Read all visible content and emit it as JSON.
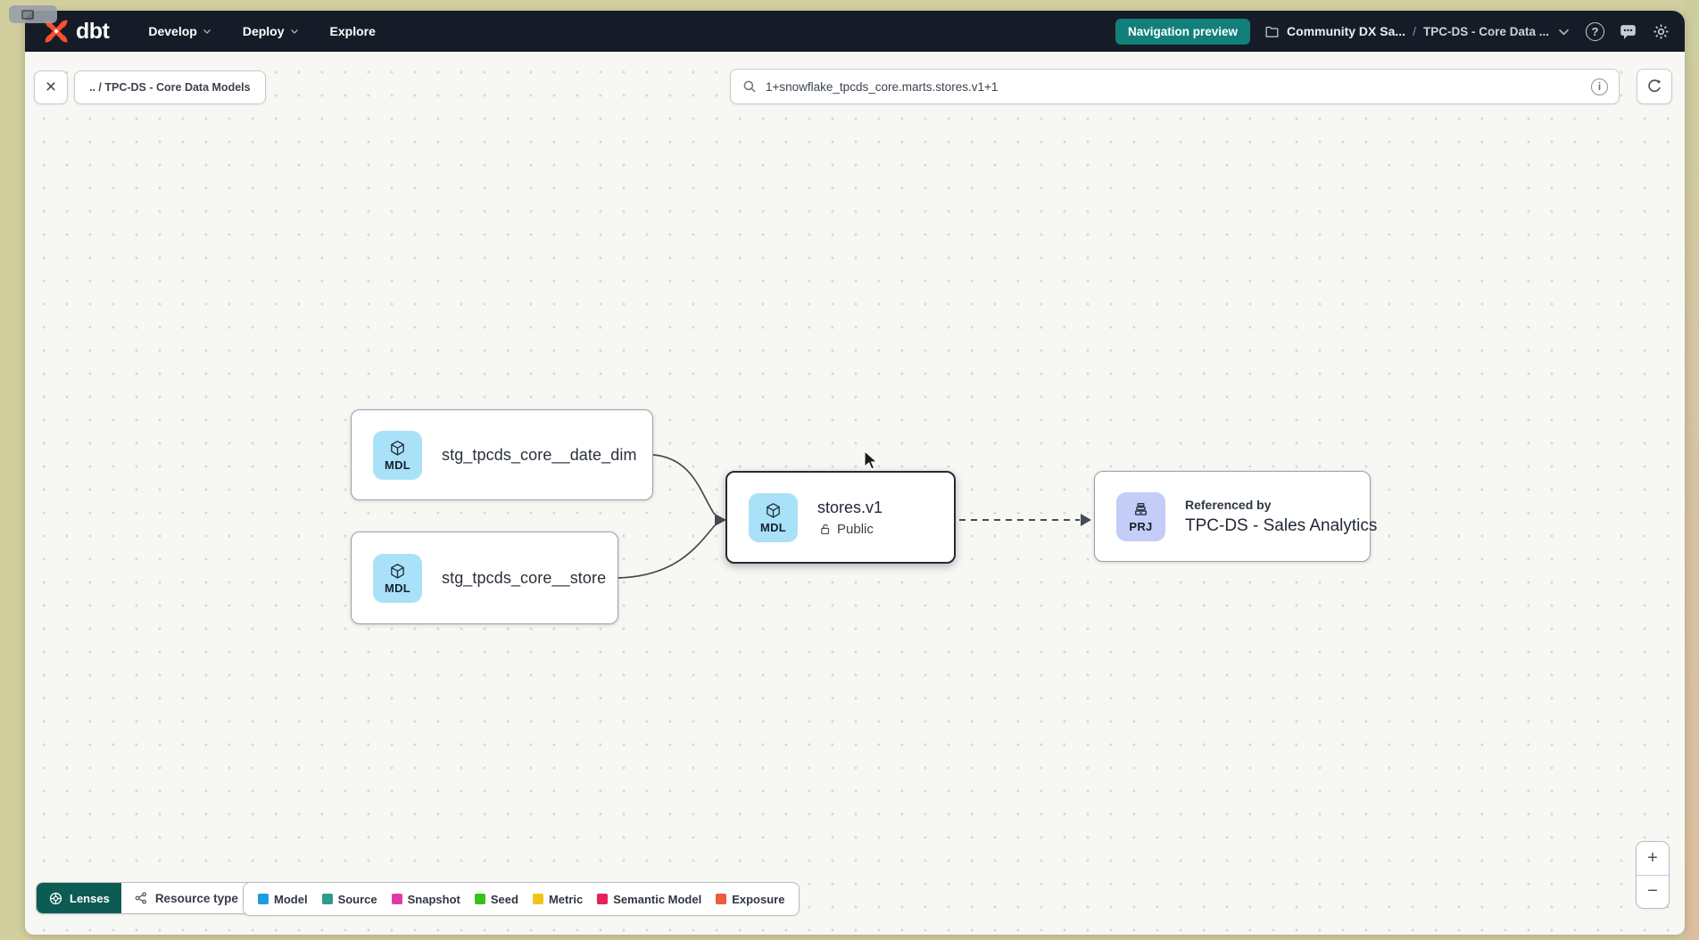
{
  "navbar": {
    "logo_text": "dbt",
    "menus": [
      {
        "label": "Develop",
        "has_dropdown": true
      },
      {
        "label": "Deploy",
        "has_dropdown": true
      },
      {
        "label": "Explore",
        "has_dropdown": false
      }
    ],
    "preview_badge": "Navigation preview",
    "breadcrumb": {
      "project": "Community DX Sa...",
      "separator": "/",
      "section": "TPC-DS - Core Data ..."
    }
  },
  "toolbar": {
    "path_chip": ".. / TPC-DS - Core Data Models",
    "search_value": "1+snowflake_tpcds_core.marts.stores.v1+1"
  },
  "graph": {
    "nodes": [
      {
        "badge": "MDL",
        "label": "stg_tpcds_core__date_dim"
      },
      {
        "badge": "MDL",
        "label": "stg_tpcds_core__store"
      },
      {
        "badge": "MDL",
        "label": "stores.v1",
        "visibility": "Public",
        "selected": true
      },
      {
        "badge": "PRJ",
        "kicker": "Referenced by",
        "label": "TPC-DS - Sales Analytics"
      }
    ]
  },
  "footer": {
    "lenses_label": "Lenses",
    "resource_type_label": "Resource type",
    "legend": [
      {
        "label": "Model",
        "color": "#1e9ce0"
      },
      {
        "label": "Source",
        "color": "#2e9c8a"
      },
      {
        "label": "Snapshot",
        "color": "#e03aa8"
      },
      {
        "label": "Seed",
        "color": "#36c218"
      },
      {
        "label": "Metric",
        "color": "#f0c51a"
      },
      {
        "label": "Semantic Model",
        "color": "#e02458"
      },
      {
        "label": "Exposure",
        "color": "#ef5b3b"
      }
    ]
  },
  "icons": {
    "close": "×",
    "help": "?",
    "info": "i",
    "zoom_in": "+",
    "zoom_out": "−"
  },
  "colors": {
    "navbar_bg": "#151c28",
    "accent_teal": "#12807a",
    "lenses_bg": "#0d5c54",
    "badge_mdl_bg": "#a9e2f8",
    "badge_prj_bg": "#c4cdf8",
    "dbt_orange": "#ff4f2e"
  }
}
